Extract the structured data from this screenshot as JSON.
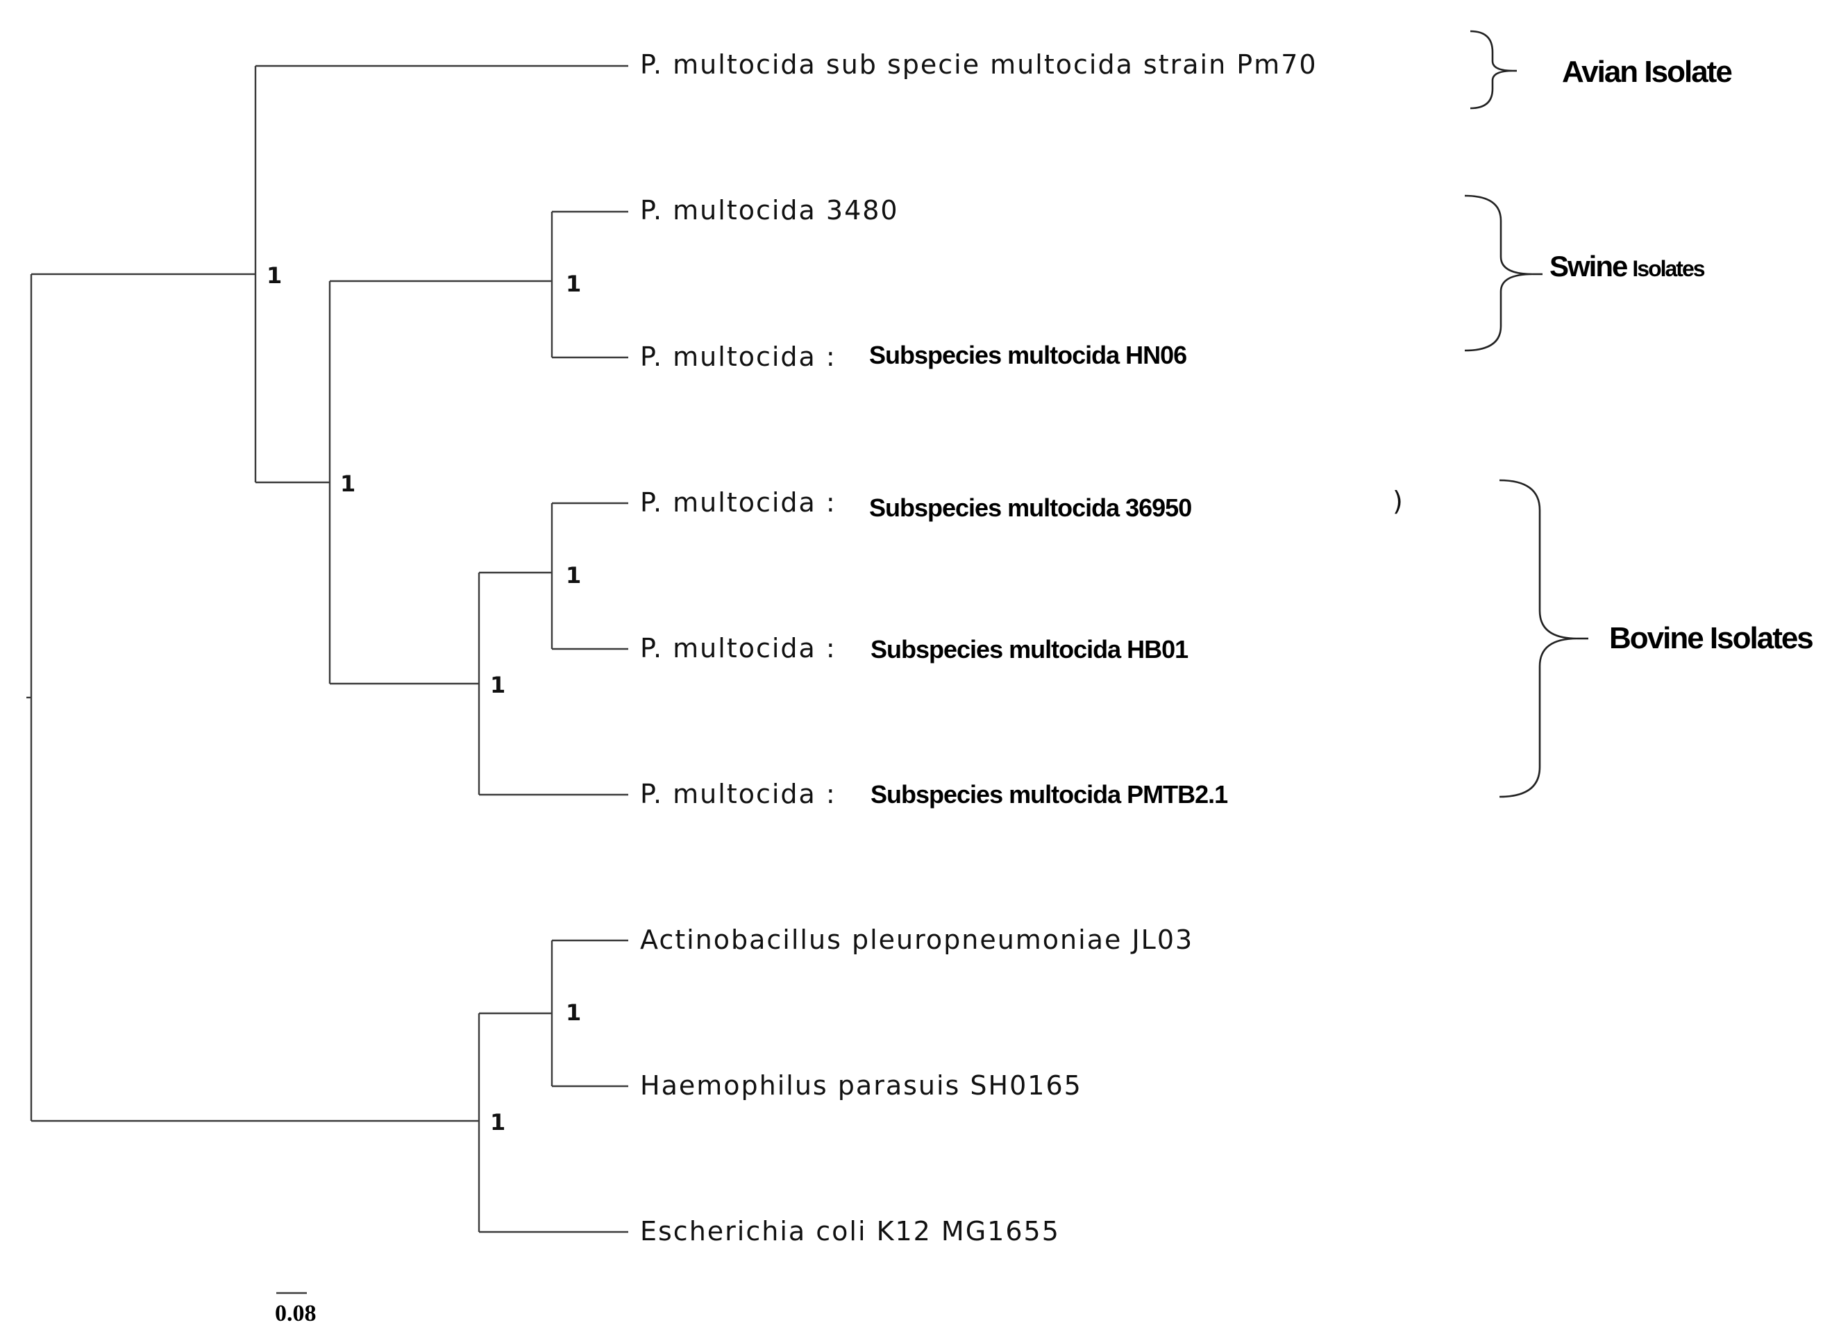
{
  "taxa": {
    "pm70": "P. multocida sub specie multocida strain Pm70",
    "pm3480": "P. multocida 3480",
    "hn06_prefix": "P. multocida :",
    "hn06_suffix": "Subspecies  multocida   HN06",
    "pm36950_prefix": "P. multocida :",
    "pm36950_suffix": "Subspecies  multocida  36950",
    "pm36950_residue": ")",
    "hb01_prefix": "P. multocida :",
    "hb01_suffix": "Subspecies  multocida   HB01",
    "pmtb_prefix": "P. multocida :",
    "pmtb_suffix": "Subspecies  multocida   PMTB2.1",
    "actino": "Actinobacillus pleuropneumoniae JL03",
    "haemo": "Haemophilus parasuis SH0165",
    "ecoli": "Escherichia coli K12 MG1655"
  },
  "support_values": {
    "pasteurella_root": "1",
    "pm_inner": "1",
    "swine_clade": "1",
    "bovine_clade": "1",
    "bovine_inner": "1",
    "outgroup_clade": "1",
    "outgroup_inner": "1"
  },
  "groups": {
    "avian": {
      "label": "Avian Isolate"
    },
    "swine": {
      "label_main": "Swine",
      "label_small": "Isolates"
    },
    "bovine": {
      "label": "Bovine Isolates"
    }
  },
  "scale_bar": {
    "label": "0.08"
  },
  "colors": {
    "branch": "#3a3a3a",
    "text": "#111111"
  }
}
